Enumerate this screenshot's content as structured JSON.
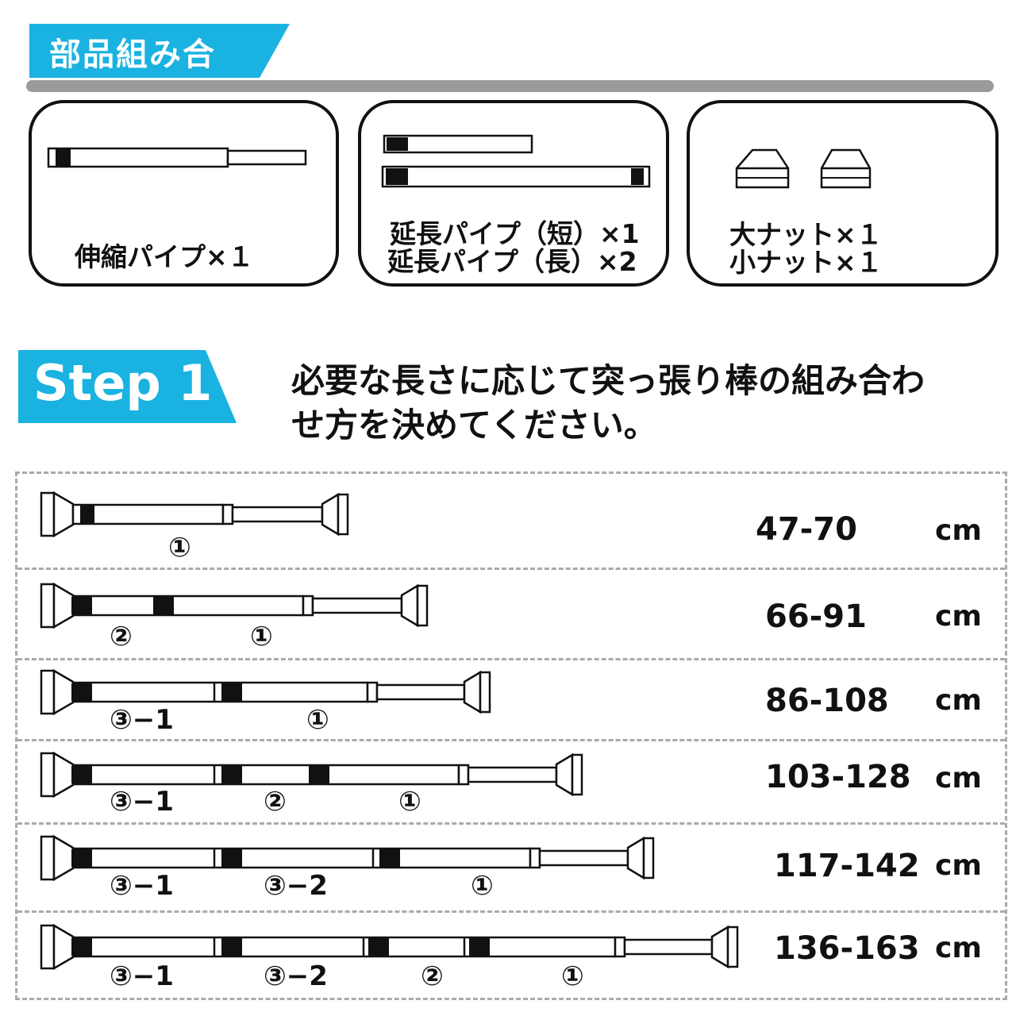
{
  "header": {
    "title": "部品組み合"
  },
  "parts": [
    {
      "label": "伸縮パイプ×１"
    },
    {
      "label_short": "延長パイプ（短）×1",
      "label_long": "延長パイプ（長）×2"
    },
    {
      "label_large_nut": "大ナット×１",
      "label_small_nut": "小ナット×１"
    }
  ],
  "step": {
    "label": "Step 1",
    "instruction_line1": "必要な長さに応じて突っ張り棒の組み合わ",
    "instruction_line2": "せ方を決めてください。"
  },
  "combinations": [
    {
      "range": "47-70",
      "unit": "cm",
      "labels": [
        "①"
      ]
    },
    {
      "range": "66-91",
      "unit": "cm",
      "labels": [
        "②",
        "①"
      ]
    },
    {
      "range": "86-108",
      "unit": "cm",
      "labels": [
        "③−1",
        "①"
      ]
    },
    {
      "range": "103-128",
      "unit": "cm",
      "labels": [
        "③−1",
        "②",
        "①"
      ]
    },
    {
      "range": "117-142",
      "unit": "cm",
      "labels": [
        "③−1",
        "③−2",
        "①"
      ]
    },
    {
      "range": "136-163",
      "unit": "cm",
      "labels": [
        "③−1",
        "③−2",
        "②",
        "①"
      ]
    }
  ],
  "colors": {
    "accent": "#1ab2e0",
    "line": "#111111",
    "divider": "#aaaaaa",
    "bar": "#9a9a9a"
  }
}
